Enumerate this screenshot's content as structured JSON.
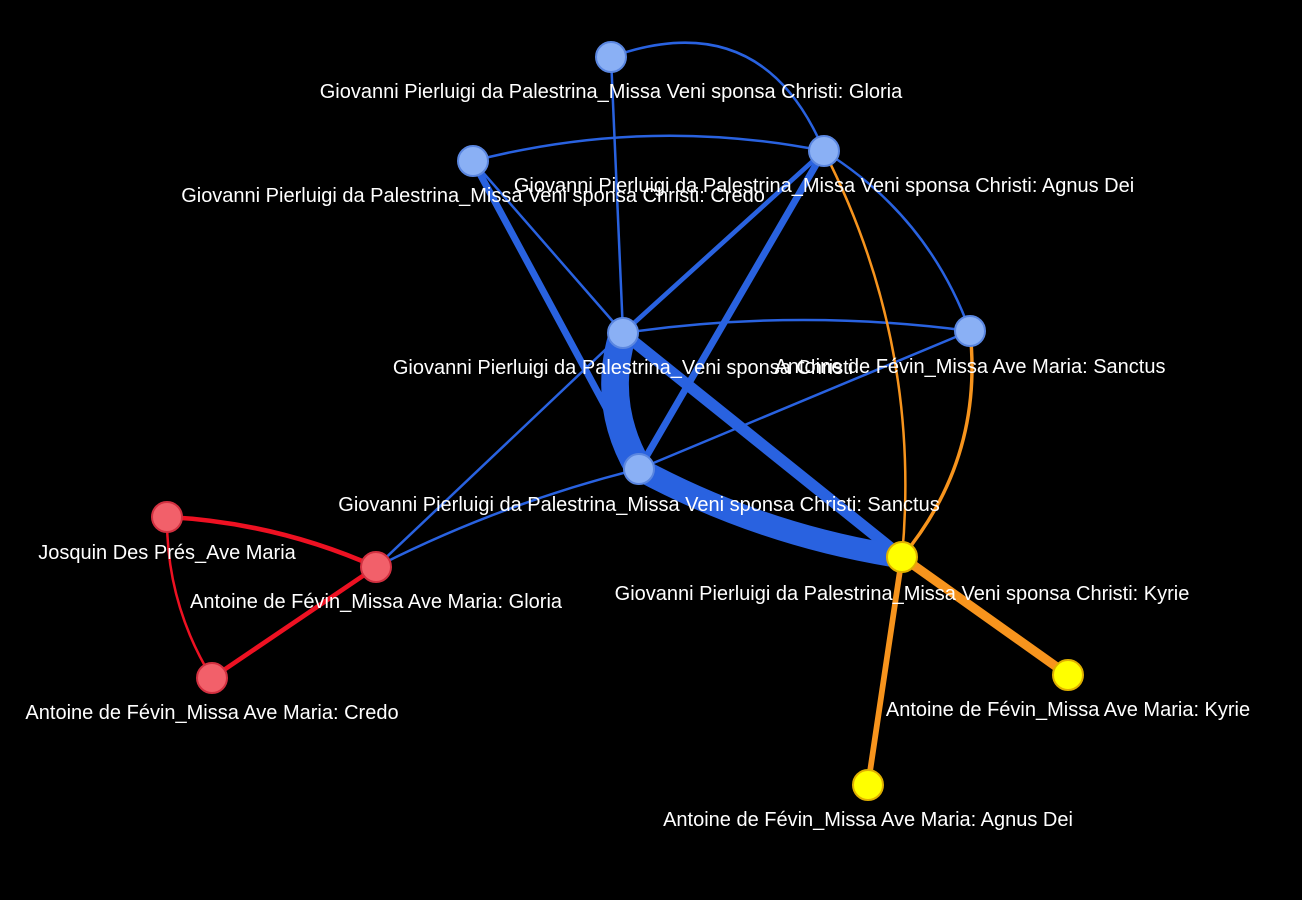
{
  "graph": {
    "colors": {
      "background": "#000000",
      "blue_cluster_edge": "#2962e0",
      "blue_cluster_node": "#8ab0f5",
      "blue_cluster_node_stroke": "#5a86e0",
      "red_cluster_edge": "#ee1122",
      "red_cluster_node": "#f2606a",
      "red_cluster_node_stroke": "#d23040",
      "orange_cluster_edge": "#f7941d",
      "yellow_cluster_node": "#ffff00",
      "yellow_cluster_node_stroke": "#e0b000",
      "label": "#ffffff"
    },
    "nodes": [
      {
        "id": "gloria_pal",
        "label": "Giovanni Pierluigi da Palestrina_Missa Veni sponsa Christi: Gloria",
        "cluster": "blue"
      },
      {
        "id": "agnus_pal",
        "label": "Giovanni Pierluigi da Palestrina_Missa Veni sponsa Christi: Agnus Dei",
        "cluster": "blue"
      },
      {
        "id": "credo_pal",
        "label": "Giovanni Pierluigi da Palestrina_Missa Veni sponsa Christi: Credo",
        "cluster": "blue"
      },
      {
        "id": "veni_pal",
        "label": "Giovanni Pierluigi da Palestrina_Veni sponsa Christi",
        "cluster": "blue"
      },
      {
        "id": "sanctus_fev",
        "label": "Antoine de Févin_Missa Ave Maria: Sanctus",
        "cluster": "blue"
      },
      {
        "id": "sanctus_pal",
        "label": "Giovanni Pierluigi da Palestrina_Missa Veni sponsa Christi: Sanctus",
        "cluster": "blue"
      },
      {
        "id": "josquin",
        "label": "Josquin Des Prés_Ave Maria",
        "cluster": "red"
      },
      {
        "id": "gloria_fev",
        "label": "Antoine de Févin_Missa Ave Maria: Gloria",
        "cluster": "red"
      },
      {
        "id": "credo_fev",
        "label": "Antoine de Févin_Missa Ave Maria: Credo",
        "cluster": "red"
      },
      {
        "id": "kyrie_pal",
        "label": "Giovanni Pierluigi da Palestrina_Missa Veni sponsa Christi: Kyrie",
        "cluster": "yellow"
      },
      {
        "id": "kyrie_fev",
        "label": "Antoine de Févin_Missa Ave Maria: Kyrie",
        "cluster": "yellow"
      },
      {
        "id": "agnus_fev",
        "label": "Antoine de Févin_Missa Ave Maria: Agnus Dei",
        "cluster": "yellow"
      }
    ],
    "edges": [
      {
        "source": "gloria_pal",
        "target": "agnus_pal",
        "weight": 1,
        "cluster": "blue"
      },
      {
        "source": "gloria_pal",
        "target": "veni_pal",
        "weight": 1,
        "cluster": "blue"
      },
      {
        "source": "credo_pal",
        "target": "agnus_pal",
        "weight": 1,
        "cluster": "blue"
      },
      {
        "source": "credo_pal",
        "target": "veni_pal",
        "weight": 1,
        "cluster": "blue"
      },
      {
        "source": "credo_pal",
        "target": "sanctus_pal",
        "weight": 3,
        "cluster": "blue"
      },
      {
        "source": "agnus_pal",
        "target": "veni_pal",
        "weight": 2,
        "cluster": "blue"
      },
      {
        "source": "agnus_pal",
        "target": "sanctus_pal",
        "weight": 3,
        "cluster": "blue"
      },
      {
        "source": "agnus_pal",
        "target": "sanctus_fev",
        "weight": 1,
        "cluster": "blue"
      },
      {
        "source": "veni_pal",
        "target": "sanctus_fev",
        "weight": 1,
        "cluster": "blue"
      },
      {
        "source": "veni_pal",
        "target": "sanctus_pal",
        "weight": 12,
        "cluster": "blue"
      },
      {
        "source": "veni_pal",
        "target": "kyrie_pal",
        "weight": 5,
        "cluster": "blue"
      },
      {
        "source": "veni_pal",
        "target": "gloria_fev",
        "weight": 1,
        "cluster": "blue"
      },
      {
        "source": "sanctus_pal",
        "target": "kyrie_pal",
        "weight": 10,
        "cluster": "blue"
      },
      {
        "source": "sanctus_pal",
        "target": "sanctus_fev",
        "weight": 1,
        "cluster": "blue"
      },
      {
        "source": "sanctus_pal",
        "target": "gloria_fev",
        "weight": 1,
        "cluster": "blue"
      },
      {
        "source": "agnus_pal",
        "target": "kyrie_pal",
        "weight": 1,
        "cluster": "orange"
      },
      {
        "source": "sanctus_fev",
        "target": "kyrie_pal",
        "weight": 1.5,
        "cluster": "orange"
      },
      {
        "source": "kyrie_pal",
        "target": "kyrie_fev",
        "weight": 4,
        "cluster": "orange"
      },
      {
        "source": "kyrie_pal",
        "target": "agnus_fev",
        "weight": 2.5,
        "cluster": "orange"
      },
      {
        "source": "josquin",
        "target": "gloria_fev",
        "weight": 2,
        "cluster": "red"
      },
      {
        "source": "josquin",
        "target": "credo_fev",
        "weight": 1,
        "cluster": "red"
      },
      {
        "source": "gloria_fev",
        "target": "credo_fev",
        "weight": 2,
        "cluster": "red"
      }
    ]
  }
}
